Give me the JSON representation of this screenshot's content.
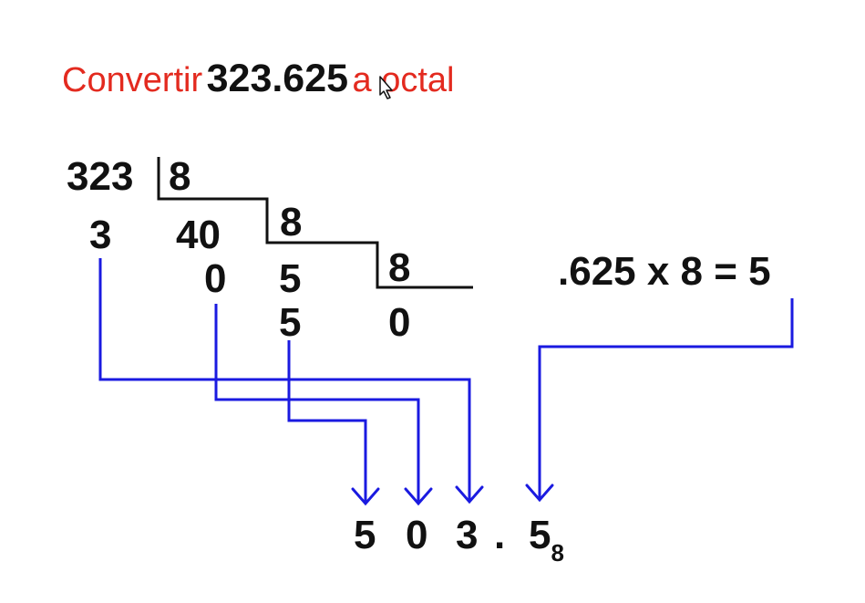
{
  "title": {
    "prefix": "Convertir",
    "number": "323.625",
    "suffix": "a octal"
  },
  "integer_division": {
    "dividend": "323",
    "divisor_1": "8",
    "remainder_1": "3",
    "quotient_1": "40",
    "divisor_2": "8",
    "remainder_2": "0",
    "quotient_2": "5",
    "divisor_3": "8",
    "remainder_3": "5",
    "quotient_3": "0"
  },
  "fraction": {
    "equation": ".625 x 8 = 5"
  },
  "result": {
    "digit_1": "5",
    "digit_2": "0",
    "digit_3": "3",
    "point": ".",
    "digit_4": "5",
    "base": "8"
  },
  "colors": {
    "title_red": "#e32a1f",
    "arrow_blue": "#1a1ae0",
    "text_black": "#111111"
  },
  "icons": {
    "cursor": "mouse-pointer-icon"
  }
}
